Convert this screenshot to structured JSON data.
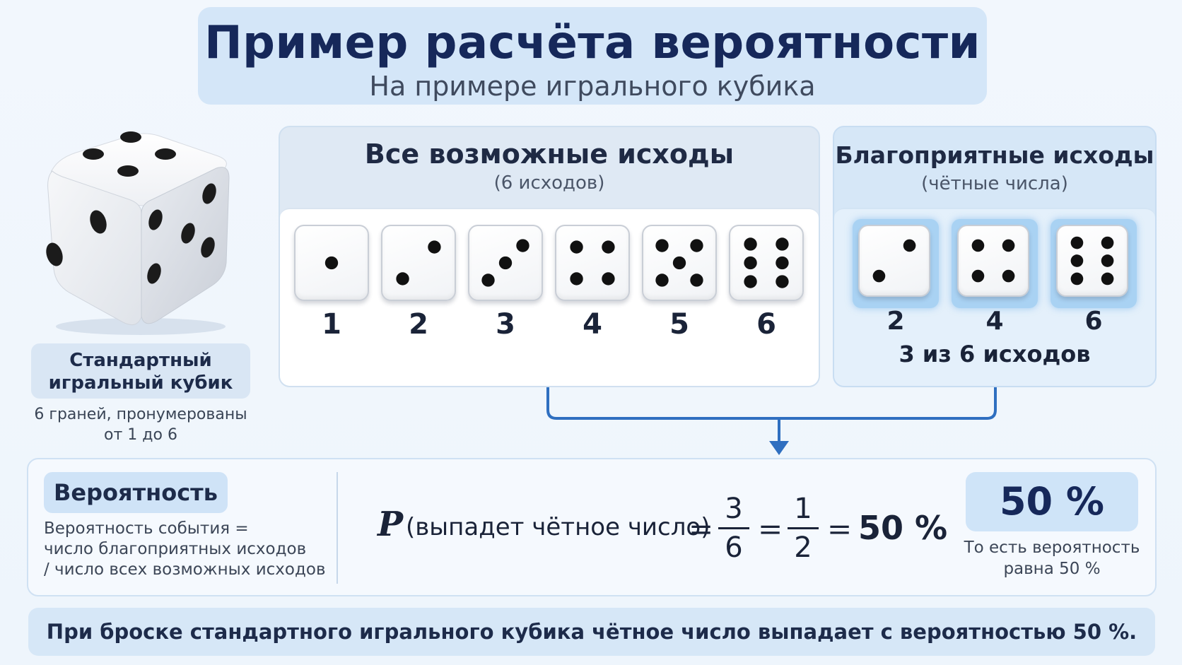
{
  "header": {
    "title": "Пример расчёта вероятности",
    "subtitle": "На примере игрального кубика"
  },
  "die_info": {
    "caption": "Стандартный игральный кубик",
    "caption_line1": "Стандартный",
    "caption_line2": "игральный кубик",
    "description": "6 граней, пронумерованы от 1 до 6",
    "description_line1": "6 граней, пронумерованы",
    "description_line2": "от 1 до 6"
  },
  "all_outcomes": {
    "title": "Все возможные исходы",
    "subtitle": "(6 исходов)",
    "values": [
      "1",
      "2",
      "3",
      "4",
      "5",
      "6"
    ]
  },
  "favorable": {
    "title": "Благоприятные исходы",
    "subtitle": "(чётные числа)",
    "values": [
      "2",
      "4",
      "6"
    ],
    "count_text": "3 из 6 исходов"
  },
  "probability": {
    "label": "Вероятность",
    "definition_line1": "Вероятность события =",
    "definition_line2": "число благоприятных исходов",
    "definition_line3": "/ число всех возможных исходов",
    "formula_symbol": "P",
    "formula_condition": "(выпадет чётное число)",
    "fraction1_num": "3",
    "fraction1_den": "6",
    "fraction2_num": "1",
    "fraction2_den": "2",
    "equals": "=",
    "result": "50 %",
    "big_result": "50 %",
    "result_note_line1": "То есть вероятность",
    "result_note_line2": "равна 50 %"
  },
  "footer": {
    "text": "При броске стандартного игрального кубика чётное число выпадает с вероятностью 50 %."
  },
  "colors": {
    "accent": "#2f6fc0",
    "panel": "#d6e7f7",
    "title": "#16285a"
  }
}
